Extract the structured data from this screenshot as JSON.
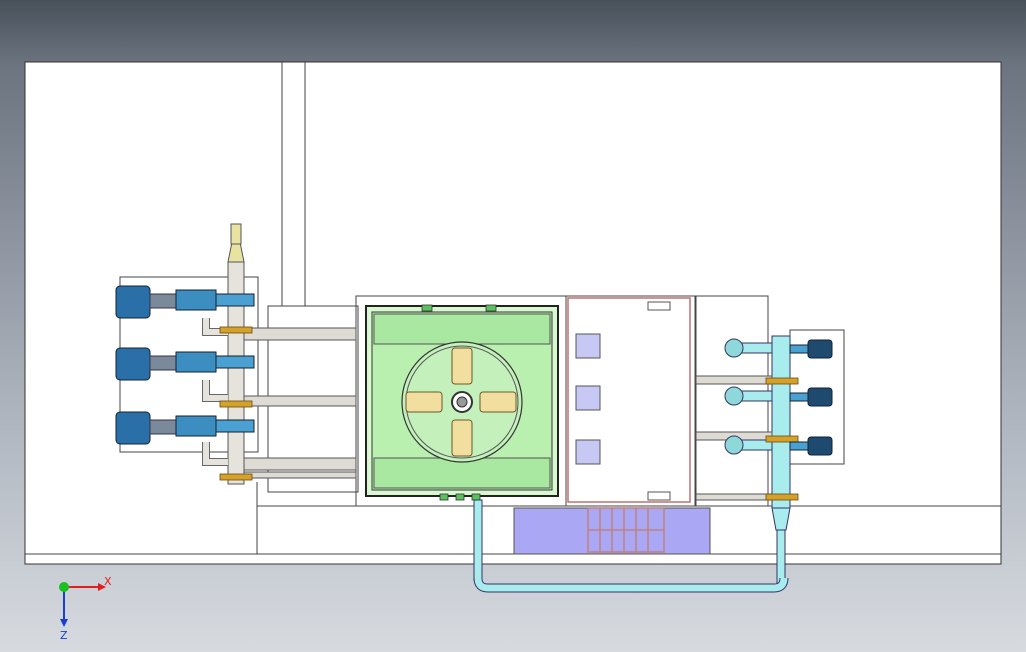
{
  "app": {
    "view": "top-view",
    "description_hidden": true
  },
  "triad": {
    "x_label": "X",
    "z_label": "Z",
    "x_color": "#e02020",
    "z_color": "#1a3fd0",
    "origin_color": "#18c020"
  },
  "colors": {
    "paper": "#ffffff",
    "outline": "#3a3a3a",
    "tank_green": "#b9f0b0",
    "water_pipe": "#a8ecee",
    "grey_pipe": "#d8d6d0",
    "motor_blue": "#2a6fa8",
    "flange_gold": "#d4a22a",
    "purple_tank": "#aaa8f4",
    "fan_blade": "#f2dfa0"
  },
  "icons": [
    "triad-x-arrow",
    "triad-z-arrow"
  ]
}
